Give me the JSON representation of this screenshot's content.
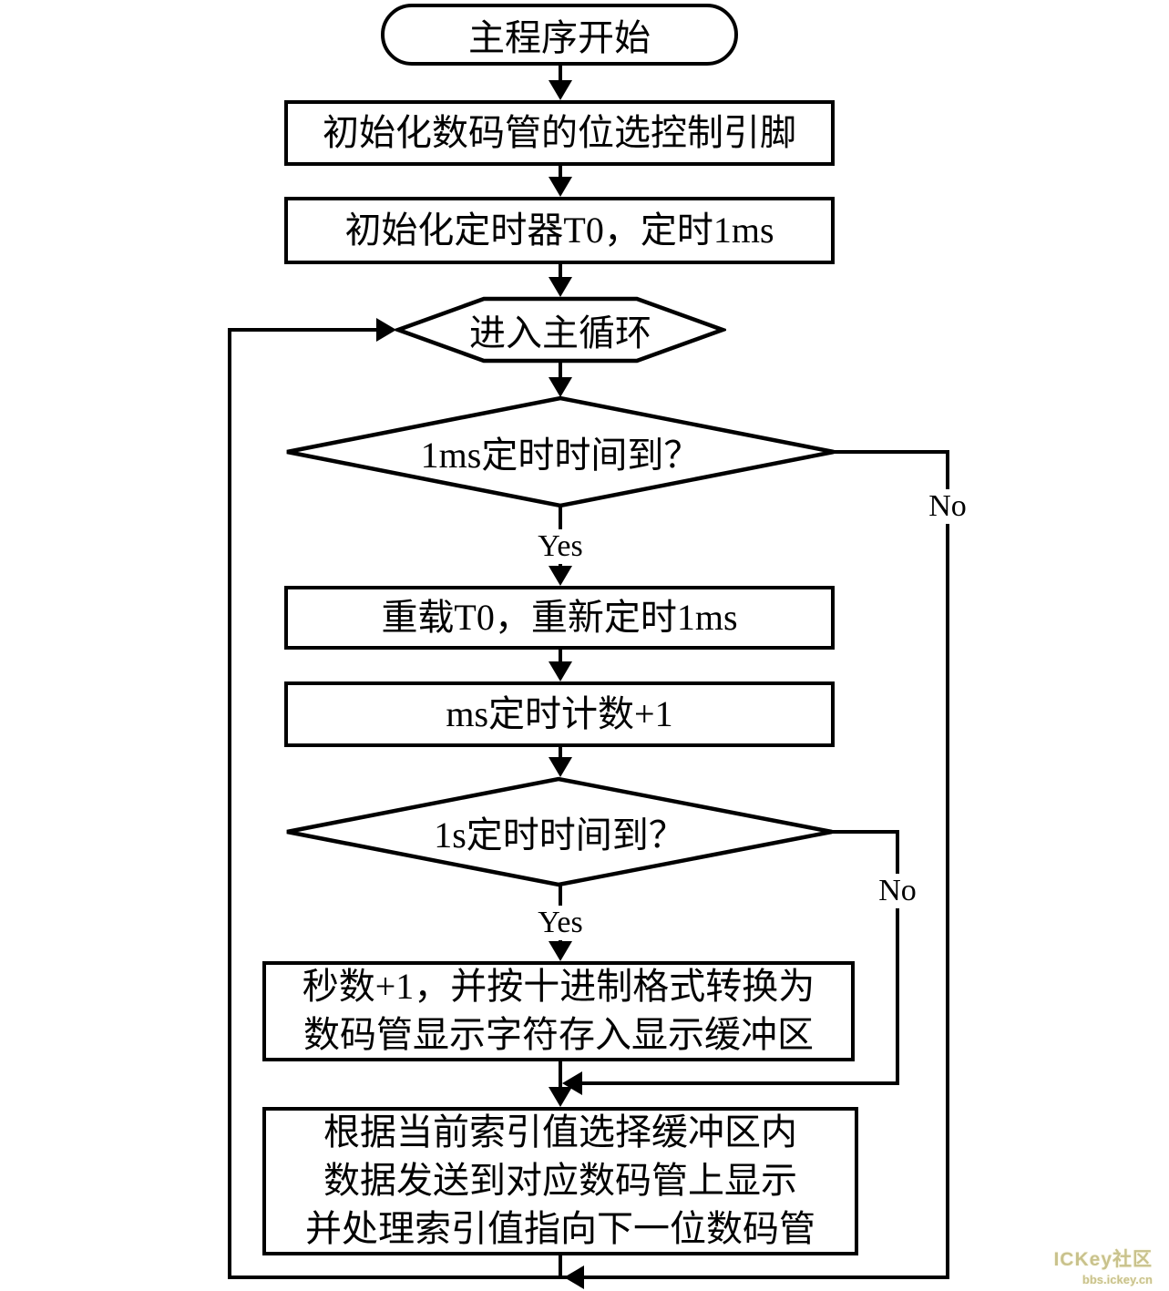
{
  "flowchart": {
    "start": {
      "label": "主程序开始"
    },
    "loop_entry": {
      "label": "进入主循环"
    },
    "process": {
      "init_pins": "初始化数码管的位选控制引脚",
      "init_timer": "初始化定时器T0，定时1ms",
      "reload_t0": "重载T0，重新定时1ms",
      "ms_count": "ms定时计数+1",
      "sec_convert": [
        "秒数+1，并按十进制格式转换为",
        "数码管显示字符存入显示缓冲区"
      ],
      "display_scan": [
        "根据当前索引值选择缓冲区内",
        "数据发送到对应数码管上显示",
        "并处理索引值指向下一位数码管"
      ]
    },
    "decision": {
      "ms_timeout": "1ms定时时间到？",
      "s_timeout": "1s定时时间到？"
    },
    "branch_labels": {
      "ms_yes": "Yes",
      "ms_no": "No",
      "s_yes": "Yes",
      "s_no": "No"
    },
    "line_color": "#000000"
  },
  "watermark": {
    "title": "ICKey社区",
    "subtitle": "bbs.ickey.cn",
    "color": "#c9c28c"
  }
}
